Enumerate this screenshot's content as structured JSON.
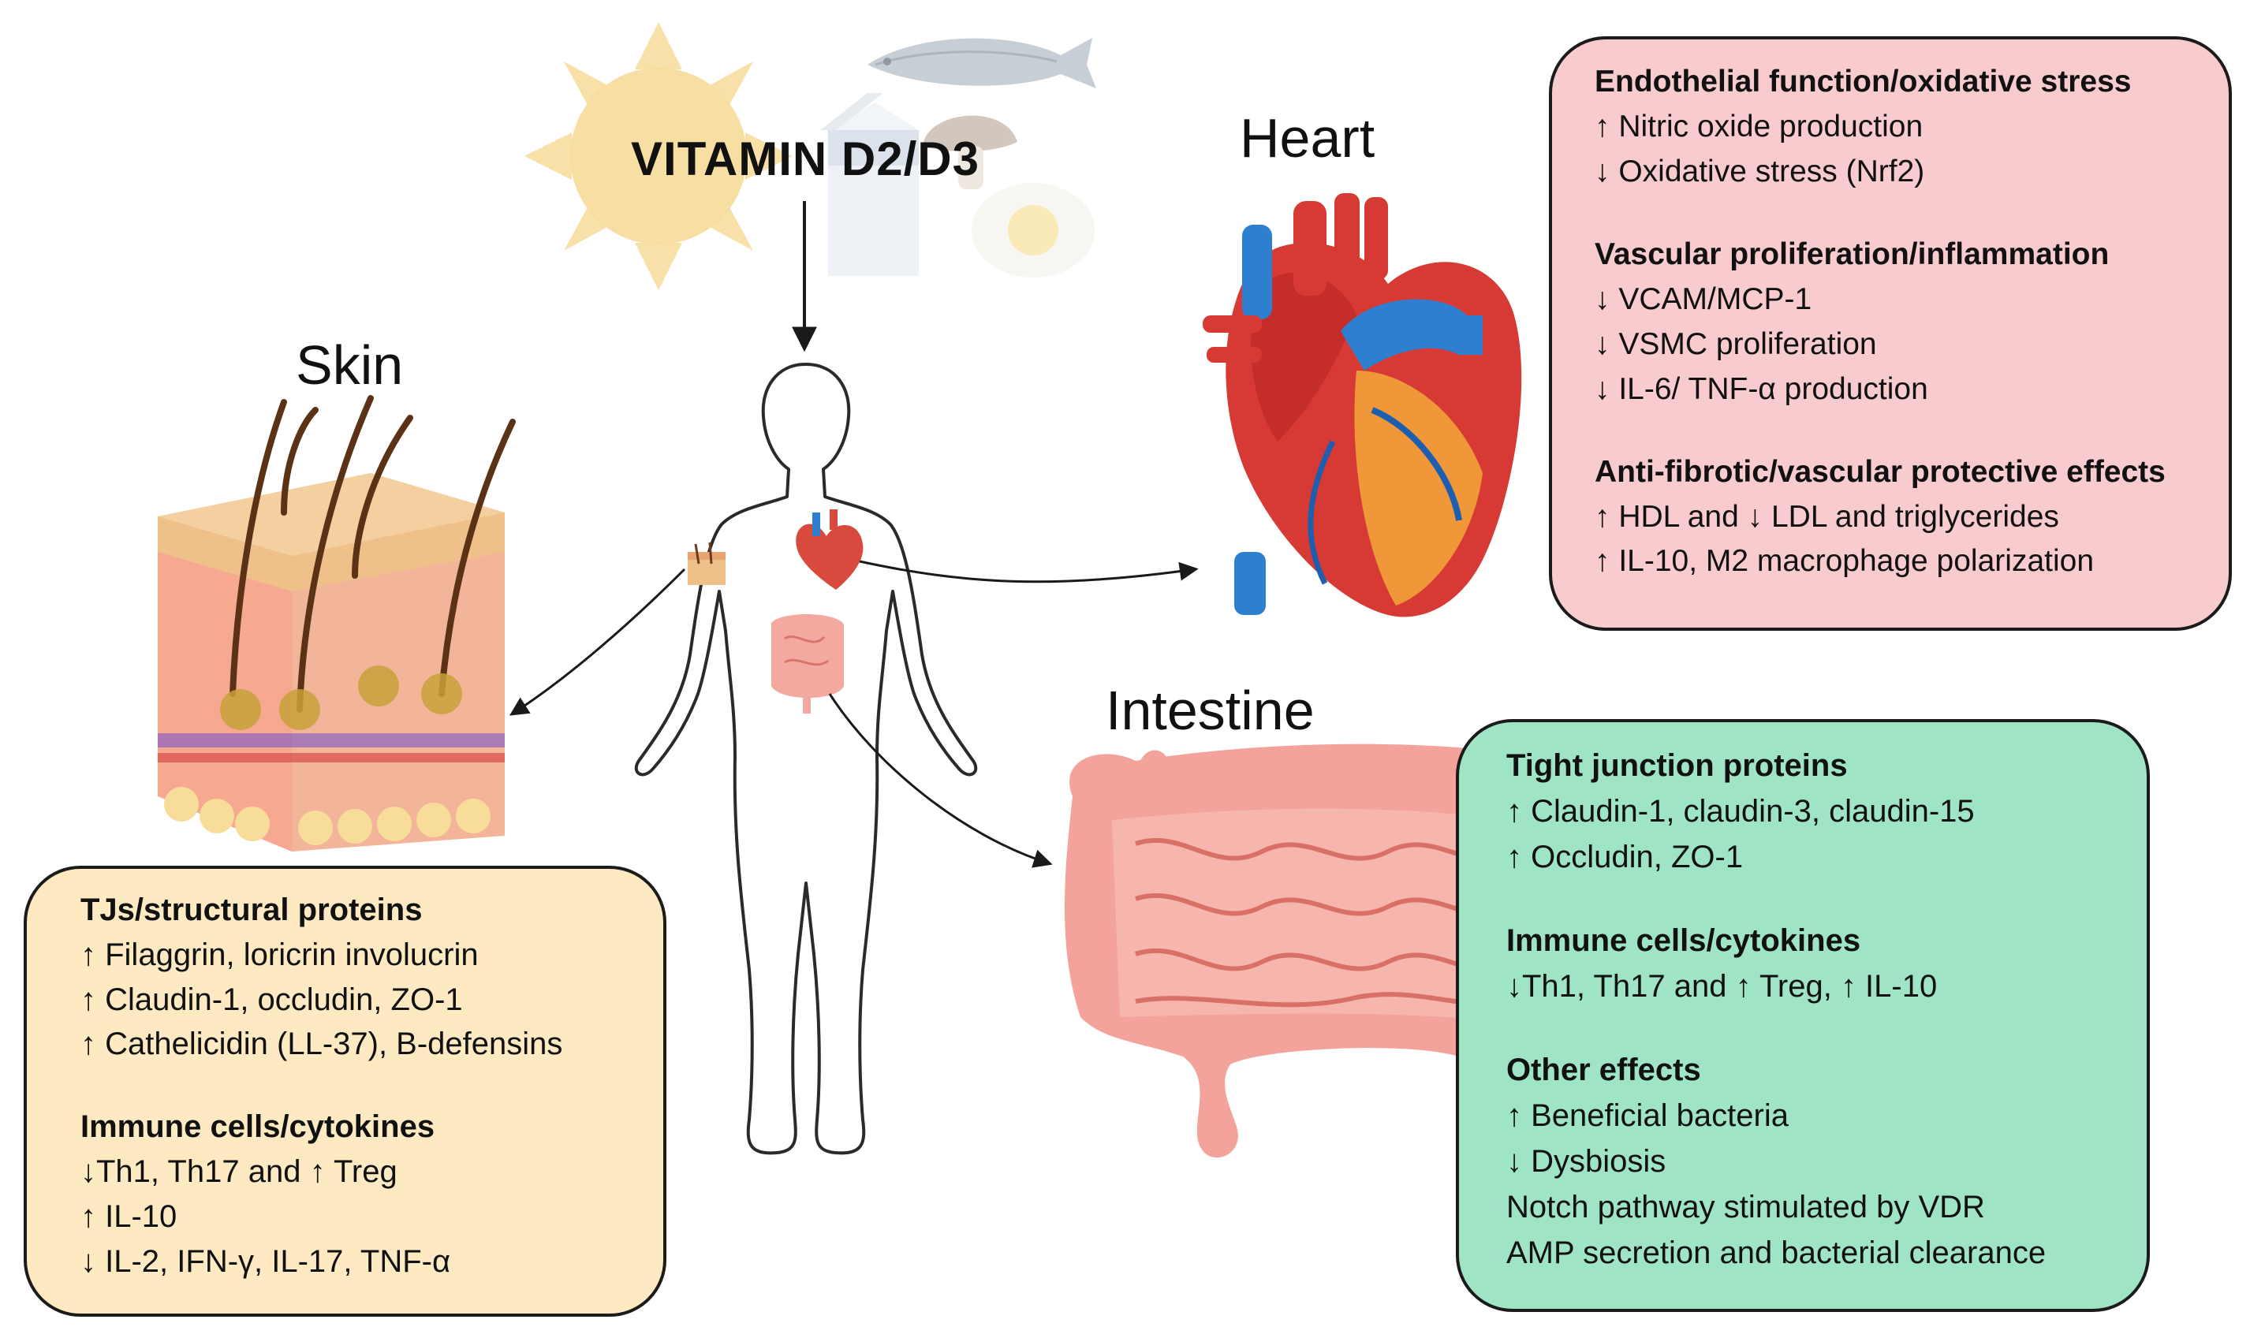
{
  "vitamin_label": "VITAMIN D2/D3",
  "organs": {
    "heart": "Heart",
    "skin": "Skin",
    "intestine": "Intestine"
  },
  "heart_box": {
    "sections": [
      {
        "head": "Endothelial function/oxidative stress",
        "lines": [
          "↑ Nitric oxide production",
          "↓ Oxidative stress (Nrf2)"
        ]
      },
      {
        "head": "Vascular proliferation/inflammation",
        "lines": [
          "↓ VCAM/MCP-1",
          "↓ VSMC proliferation",
          "↓ IL-6/ TNF-α production"
        ]
      },
      {
        "head": "Anti-fibrotic/vascular protective effects",
        "lines": [
          "↑ HDL and ↓ LDL and triglycerides",
          "↑ IL-10, M2 macrophage polarization"
        ]
      }
    ]
  },
  "intestine_box": {
    "sections": [
      {
        "head": "Tight junction proteins",
        "lines": [
          "↑ Claudin-1, claudin-3, claudin-15",
          "↑ Occludin, ZO-1"
        ]
      },
      {
        "head": "Immune cells/cytokines",
        "lines": [
          "↓Th1, Th17 and ↑ Treg, ↑ IL-10"
        ]
      },
      {
        "head": "Other effects",
        "lines": [
          "↑ Beneficial bacteria",
          "↓  Dysbiosis",
          "Notch pathway stimulated by VDR",
          "AMP secretion and bacterial clearance"
        ]
      }
    ]
  },
  "skin_box": {
    "sections": [
      {
        "head": "TJs/structural proteins",
        "lines": [
          "↑ Filaggrin, loricrin involucrin",
          "↑ Claudin-1, occludin, ZO-1",
          "↑ Cathelicidin (LL-37), B-defensins"
        ]
      },
      {
        "head": "Immune cells/cytokines",
        "lines": [
          "↓Th1, Th17 and ↑ Treg",
          "↑ IL-10",
          "↓ IL-2, IFN-γ, IL-17, TNF-α"
        ]
      }
    ]
  },
  "colors": {
    "heart_box": "#f8cbce",
    "intestine_box": "#a0e4c6",
    "skin_box": "#fde9c2",
    "sun": "#f6dc9a"
  }
}
